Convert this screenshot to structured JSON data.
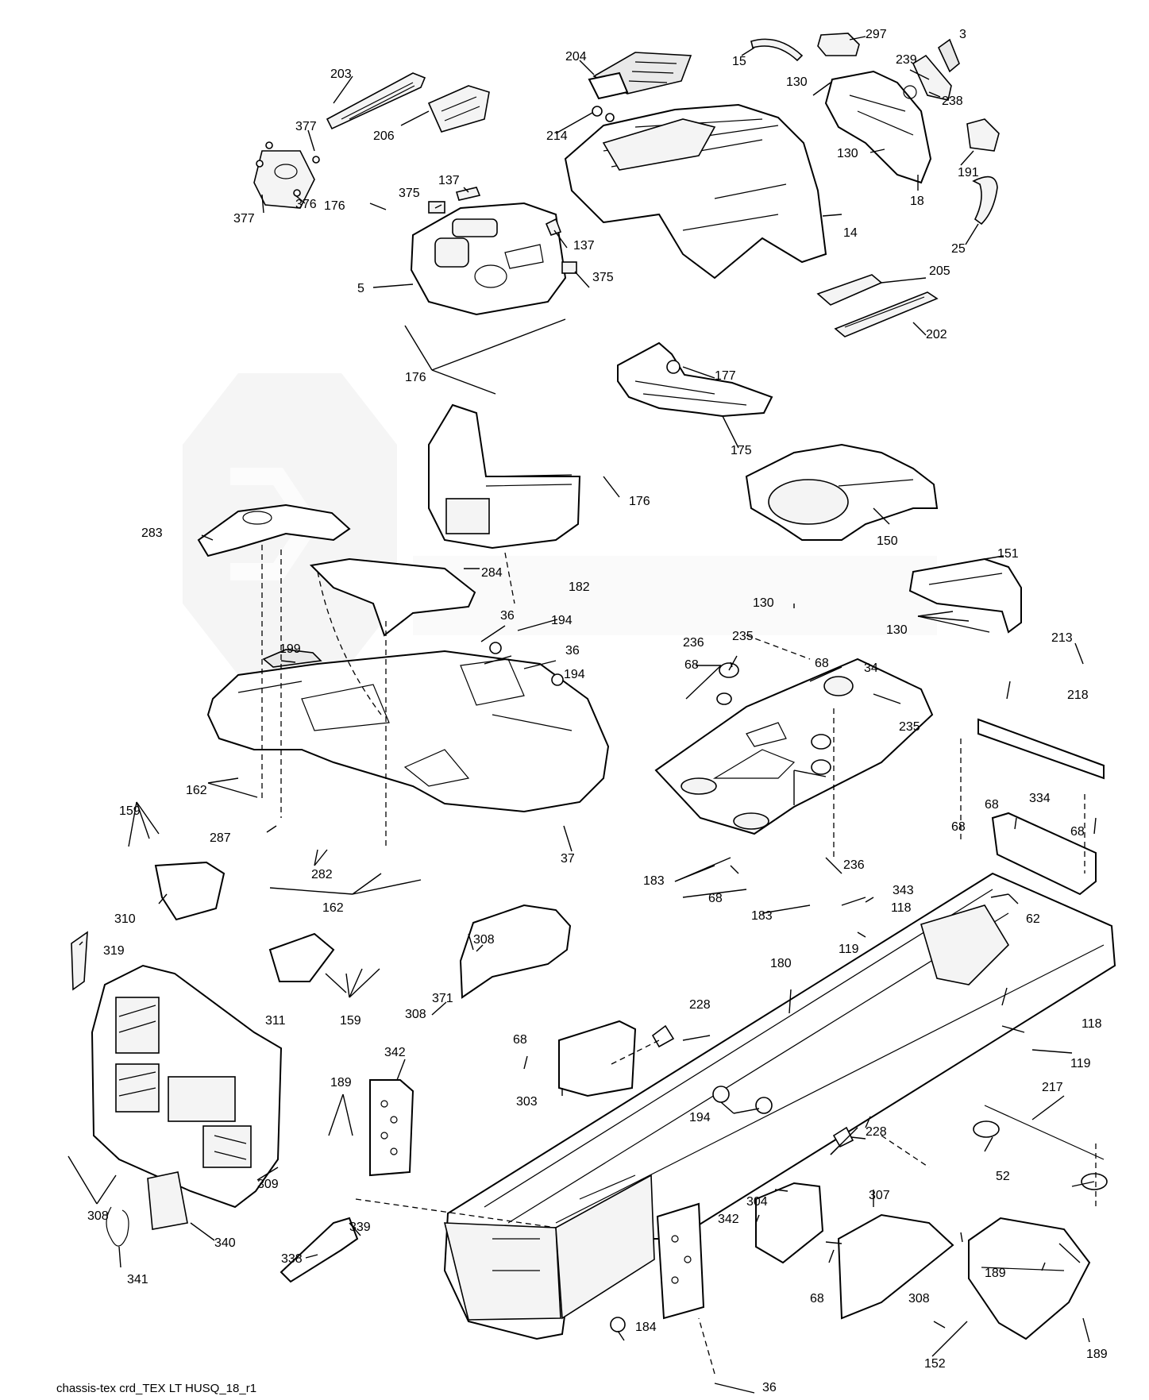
{
  "caption": "chassis-tex crd_TEX LT HUSQ_18_r1",
  "labels": {
    "l3": "3",
    "l5": "5",
    "l14": "14",
    "l15": "15",
    "l18": "18",
    "l25": "25",
    "l34": "34",
    "l36a": "36",
    "l36b": "36",
    "l36c": "36",
    "l37": "37",
    "l52": "52",
    "l62": "62",
    "l68a": "68",
    "l68b": "68",
    "l68c": "68",
    "l68d": "68",
    "l68e": "68",
    "l68f": "68",
    "l68g": "68",
    "l68h": "68",
    "l118a": "118",
    "l118b": "118",
    "l119a": "119",
    "l119b": "119",
    "l130a": "130",
    "l130b": "130",
    "l130c": "130",
    "l130d": "130",
    "l137a": "137",
    "l137b": "137",
    "l150": "150",
    "l151": "151",
    "l152": "152",
    "l159a": "159",
    "l159b": "159",
    "l162a": "162",
    "l162b": "162",
    "l175": "175",
    "l176a": "176",
    "l176b": "176",
    "l176c": "176",
    "l177": "177",
    "l180": "180",
    "l182": "182",
    "l183a": "183",
    "l183b": "183",
    "l184": "184",
    "l189a": "189",
    "l189b": "189",
    "l189c": "189",
    "l191": "191",
    "l194a": "194",
    "l194b": "194",
    "l194c": "194",
    "l199": "199",
    "l202": "202",
    "l203": "203",
    "l204": "204",
    "l205": "205",
    "l206": "206",
    "l213": "213",
    "l214": "214",
    "l217": "217",
    "l218": "218",
    "l228a": "228",
    "l228b": "228",
    "l235a": "235",
    "l235b": "235",
    "l236a": "236",
    "l236b": "236",
    "l238": "238",
    "l239": "239",
    "l282": "282",
    "l283": "283",
    "l284": "284",
    "l287": "287",
    "l297": "297",
    "l303": "303",
    "l304": "304",
    "l307": "307",
    "l308a": "308",
    "l308b": "308",
    "l308c": "308",
    "l308d": "308",
    "l309": "309",
    "l310": "310",
    "l311": "311",
    "l319": "319",
    "l334": "334",
    "l338": "338",
    "l339": "339",
    "l340": "340",
    "l341": "341",
    "l342a": "342",
    "l342b": "342",
    "l343": "343",
    "l371": "371",
    "l375a": "375",
    "l375b": "375",
    "l376": "376",
    "l377a": "377",
    "l377b": "377"
  }
}
